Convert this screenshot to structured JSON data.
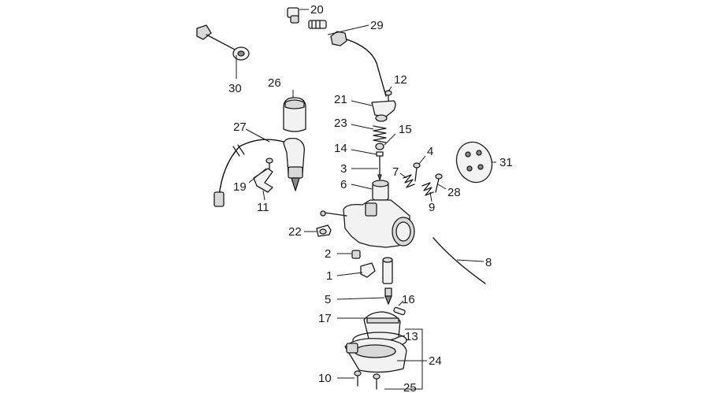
{
  "diagram": {
    "part_numbers": [
      "20",
      "29",
      "30",
      "26",
      "12",
      "21",
      "23",
      "27",
      "15",
      "14",
      "4",
      "31",
      "3",
      "7",
      "19",
      "6",
      "28",
      "11",
      "9",
      "22",
      "8",
      "2",
      "1",
      "5",
      "16",
      "17",
      "13",
      "24",
      "10",
      "25"
    ]
  }
}
